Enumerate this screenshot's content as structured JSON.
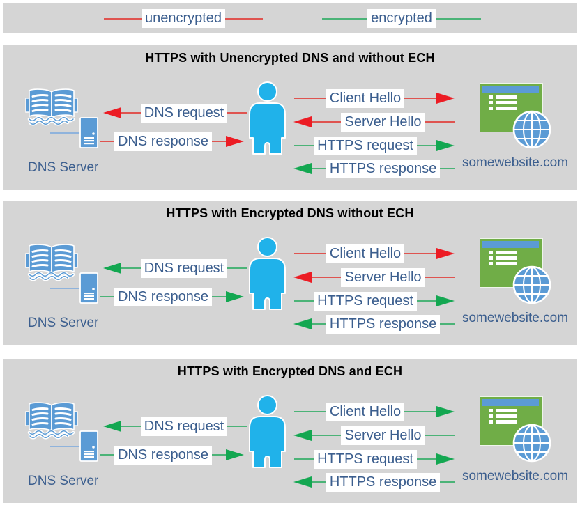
{
  "colors": {
    "unencrypted_line": "#df5450",
    "unencrypted_head": "#ec1c24",
    "encrypted_line": "#4bb377",
    "encrypted_head": "#13a751",
    "panel_bg": "#d5d5d5",
    "label_text": "#3b5e8e",
    "title_text": "#000000",
    "person": "#20b2ea",
    "device_blue": "#5b9bd5",
    "site_green": "#70ad47"
  },
  "legend": {
    "items": [
      {
        "label": "unencrypted",
        "encryption": "unencrypted"
      },
      {
        "label": "encrypted",
        "encryption": "encrypted"
      }
    ]
  },
  "panels": [
    {
      "title": "HTTPS with Unencrypted DNS and without ECH",
      "dns_server_label": "DNS Server",
      "website_label": "somewebsite.com",
      "arrows": {
        "dns_request": {
          "label": "DNS request",
          "encryption": "unencrypted",
          "direction": "to-dns-server"
        },
        "dns_response": {
          "label": "DNS response",
          "encryption": "unencrypted",
          "direction": "to-user"
        },
        "client_hello": {
          "label": "Client Hello",
          "encryption": "unencrypted",
          "direction": "to-website"
        },
        "server_hello": {
          "label": "Server Hello",
          "encryption": "unencrypted",
          "direction": "to-user"
        },
        "https_request": {
          "label": "HTTPS request",
          "encryption": "encrypted",
          "direction": "to-website"
        },
        "https_response": {
          "label": "HTTPS response",
          "encryption": "encrypted",
          "direction": "to-user"
        }
      }
    },
    {
      "title": "HTTPS with Encrypted DNS without ECH",
      "dns_server_label": "DNS Server",
      "website_label": "somewebsite.com",
      "arrows": {
        "dns_request": {
          "label": "DNS request",
          "encryption": "encrypted",
          "direction": "to-dns-server"
        },
        "dns_response": {
          "label": "DNS response",
          "encryption": "encrypted",
          "direction": "to-user"
        },
        "client_hello": {
          "label": "Client Hello",
          "encryption": "unencrypted",
          "direction": "to-website"
        },
        "server_hello": {
          "label": "Server Hello",
          "encryption": "unencrypted",
          "direction": "to-user"
        },
        "https_request": {
          "label": "HTTPS request",
          "encryption": "encrypted",
          "direction": "to-website"
        },
        "https_response": {
          "label": "HTTPS response",
          "encryption": "encrypted",
          "direction": "to-user"
        }
      }
    },
    {
      "title": "HTTPS with Encrypted DNS and ECH",
      "dns_server_label": "DNS Server",
      "website_label": "somewebsite.com",
      "arrows": {
        "dns_request": {
          "label": "DNS request",
          "encryption": "encrypted",
          "direction": "to-dns-server"
        },
        "dns_response": {
          "label": "DNS response",
          "encryption": "encrypted",
          "direction": "to-user"
        },
        "client_hello": {
          "label": "Client Hello",
          "encryption": "encrypted",
          "direction": "to-website"
        },
        "server_hello": {
          "label": "Server Hello",
          "encryption": "encrypted",
          "direction": "to-user"
        },
        "https_request": {
          "label": "HTTPS request",
          "encryption": "encrypted",
          "direction": "to-website"
        },
        "https_response": {
          "label": "HTTPS response",
          "encryption": "encrypted",
          "direction": "to-user"
        }
      }
    }
  ]
}
